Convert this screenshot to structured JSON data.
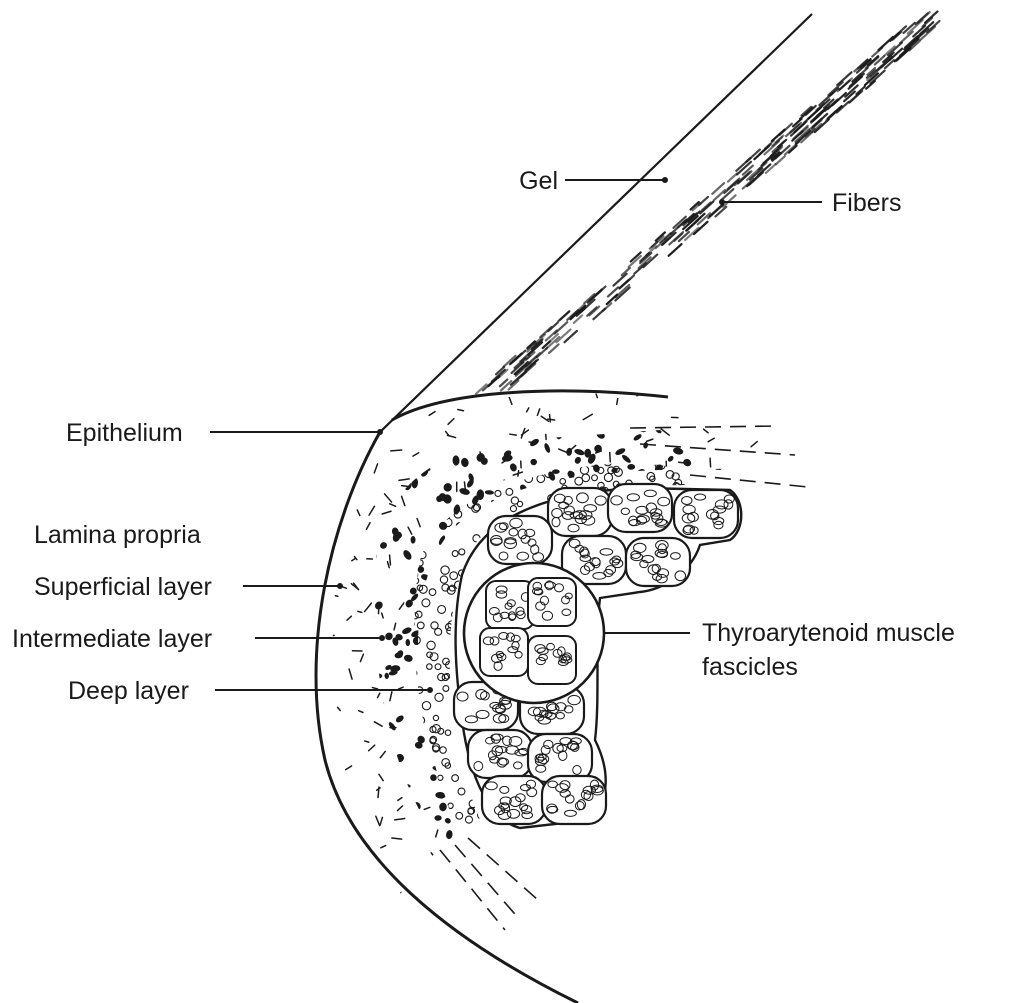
{
  "labels": {
    "gel": "Gel",
    "fibers": "Fibers",
    "epithelium": "Epithelium",
    "lamina_propria": "Lamina propria",
    "superficial_layer": "Superficial layer",
    "intermediate_layer": "Intermediate layer",
    "deep_layer": "Deep layer",
    "muscle_line1": "Thyroarytenoid muscle",
    "muscle_line2": "fascicles"
  },
  "colors": {
    "ink": "#1a1a1a",
    "background": "#ffffff"
  }
}
